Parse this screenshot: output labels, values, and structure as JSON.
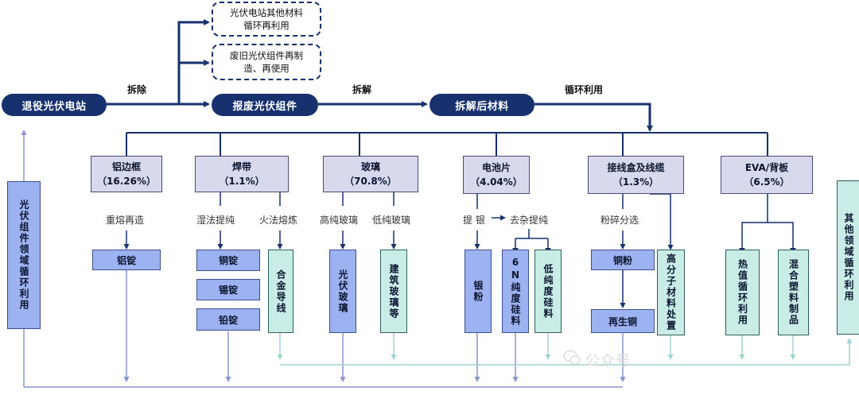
{
  "top": {
    "station": "退役光伏电站",
    "step1": "拆除",
    "scrap_module": "报废光伏组件",
    "step2": "拆解",
    "dismantled": "拆解后材料",
    "step3": "循环利用",
    "option1": [
      "光伏电站其他材料",
      "循环再利用"
    ],
    "option2": [
      "废旧光伏组件再制",
      "造、再使用"
    ]
  },
  "side": {
    "left_text": "光伏组件领域循环利用",
    "right_text": "其他领域循环利用"
  },
  "categories": [
    {
      "name": "铝边框",
      "pct": "（16.26%）"
    },
    {
      "name": "焊带",
      "pct": "（1.1%）"
    },
    {
      "name": "玻璃",
      "pct": "（70.8%）"
    },
    {
      "name": "电池片",
      "pct": "（4.04%）"
    },
    {
      "name": "接线盒及线缆",
      "pct": "（1.3%）"
    },
    {
      "name": "EVA/背板",
      "pct": "（6.5%）"
    }
  ],
  "processes": {
    "remelt": "重熔再造",
    "wet": "湿法提纯",
    "fire": "火法熔炼",
    "high_glass": "高纯玻璃",
    "low_glass": "低纯玻璃",
    "extract_silver": "提 银",
    "remove_impurity": "去杂提纯",
    "crush": "粉碎分选"
  },
  "products": {
    "al_ingot": "铝锭",
    "cu_ingot": "铜锭",
    "sn_ingot": "锡锭",
    "pb_ingot": "铅锭",
    "alloy_wire": "合金导线",
    "pv_glass": "光伏玻璃",
    "build_glass": "建筑玻璃等",
    "silver_powder": "银粉",
    "si_6n": "6N纯度硅料",
    "si_low": "低纯度硅料",
    "cu_powder": "铜粉",
    "recycled_cu": "再生铜",
    "polymer": "高分子材料处置",
    "thermal": "热值循环利用",
    "plastic": "混合塑料制品"
  },
  "watermark": "公众号",
  "colors": {
    "navy": "#17306e",
    "lavender": "#d9d9ee",
    "blue": "#9db2f0",
    "teal": "#c9ece7",
    "line_blue": "#8a96cf",
    "line_teal": "#9fd4d2"
  }
}
